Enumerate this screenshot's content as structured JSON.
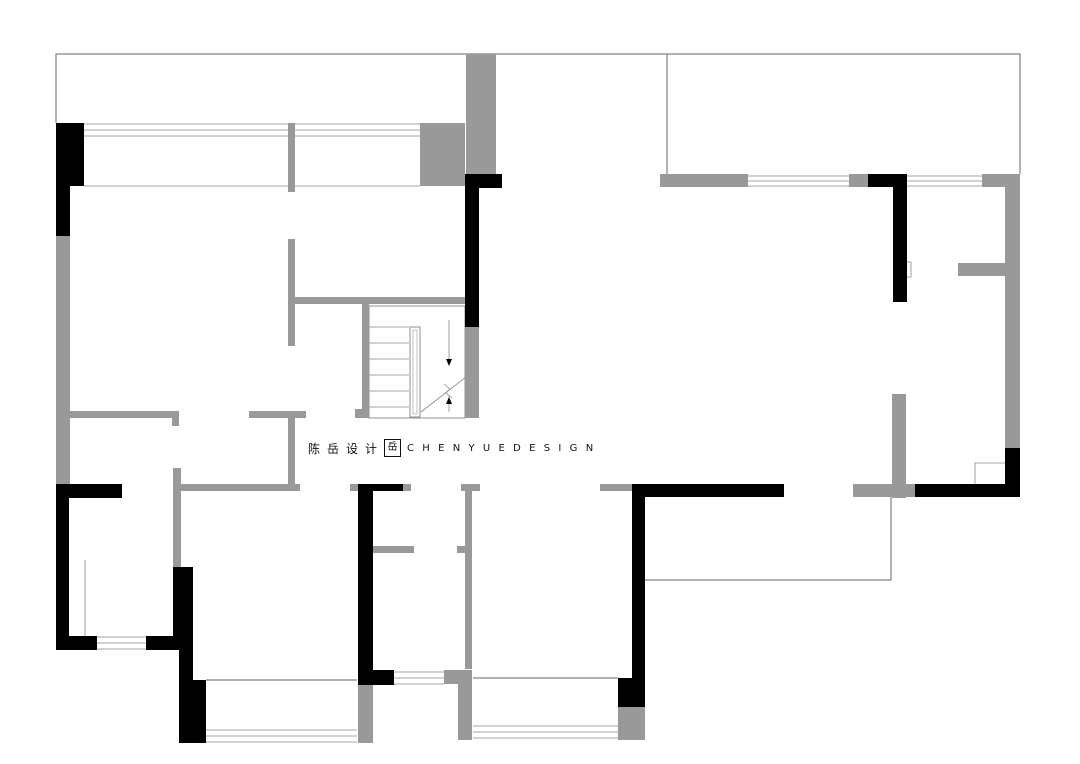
{
  "watermark": {
    "chinese": "陈岳设计",
    "seal": "岳",
    "english": "CHENYUEDESIGN"
  },
  "colors": {
    "background": "#ffffff",
    "new_wall": "#000000",
    "existing_wall": "#999999",
    "outline": "#666666"
  }
}
